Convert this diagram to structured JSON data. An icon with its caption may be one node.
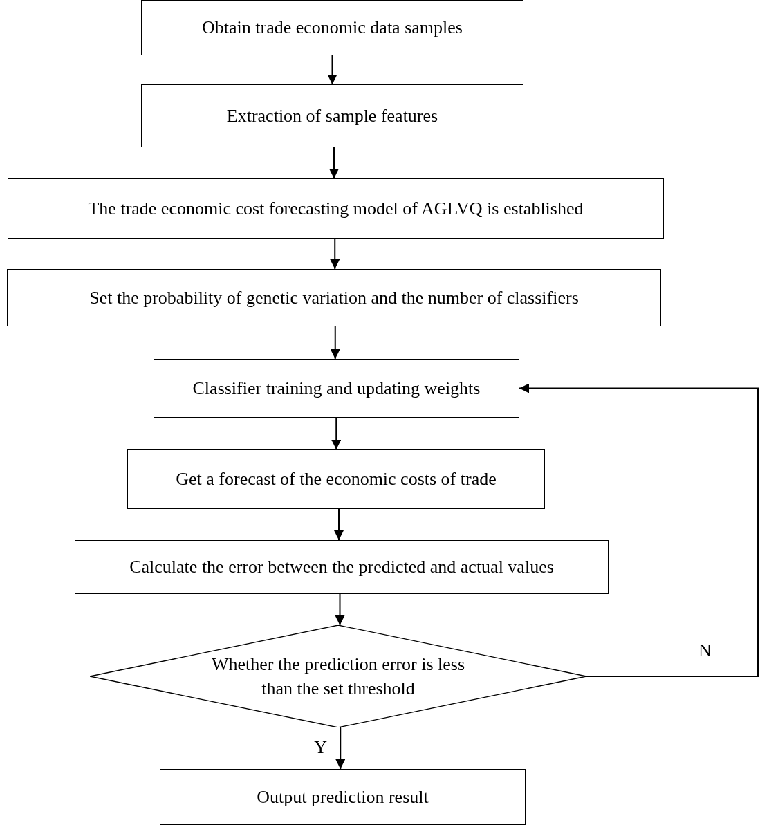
{
  "diagram": {
    "nodes": [
      {
        "text": [
          "Obtain trade economic data samples"
        ]
      },
      {
        "text": [
          "Extraction of sample features"
        ]
      },
      {
        "text": [
          "The trade economic cost forecasting model of AGLVQ is established"
        ]
      },
      {
        "text": [
          "Set the probability of genetic variation and the number of classifiers"
        ]
      },
      {
        "text": [
          "Classifier training and updating weights"
        ]
      },
      {
        "text": [
          "Get a forecast of the economic costs of trade"
        ]
      },
      {
        "text": [
          "Calculate the error between the predicted and actual values"
        ]
      },
      {
        "text": [
          "Whether the prediction error is less than the set threshold"
        ]
      },
      {
        "text": [
          "Output prediction result"
        ]
      }
    ],
    "edges": [
      {
        "from": 0,
        "to": 1,
        "arrow": "to"
      },
      {
        "from": 1,
        "to": 2,
        "arrow": "to"
      },
      {
        "from": 2,
        "to": 3,
        "arrow": "to"
      },
      {
        "from": 3,
        "to": 4,
        "arrow": "to"
      },
      {
        "from": 4,
        "to": 5,
        "arrow": "to"
      },
      {
        "from": 5,
        "to": 6,
        "arrow": "to"
      },
      {
        "from": 6,
        "to": 7,
        "arrow": "to"
      },
      {
        "from": 7,
        "to": 8,
        "arrow": "to",
        "label": "Y"
      },
      {
        "from": 7,
        "to": 4,
        "arrow": "to",
        "label": "N"
      }
    ]
  }
}
